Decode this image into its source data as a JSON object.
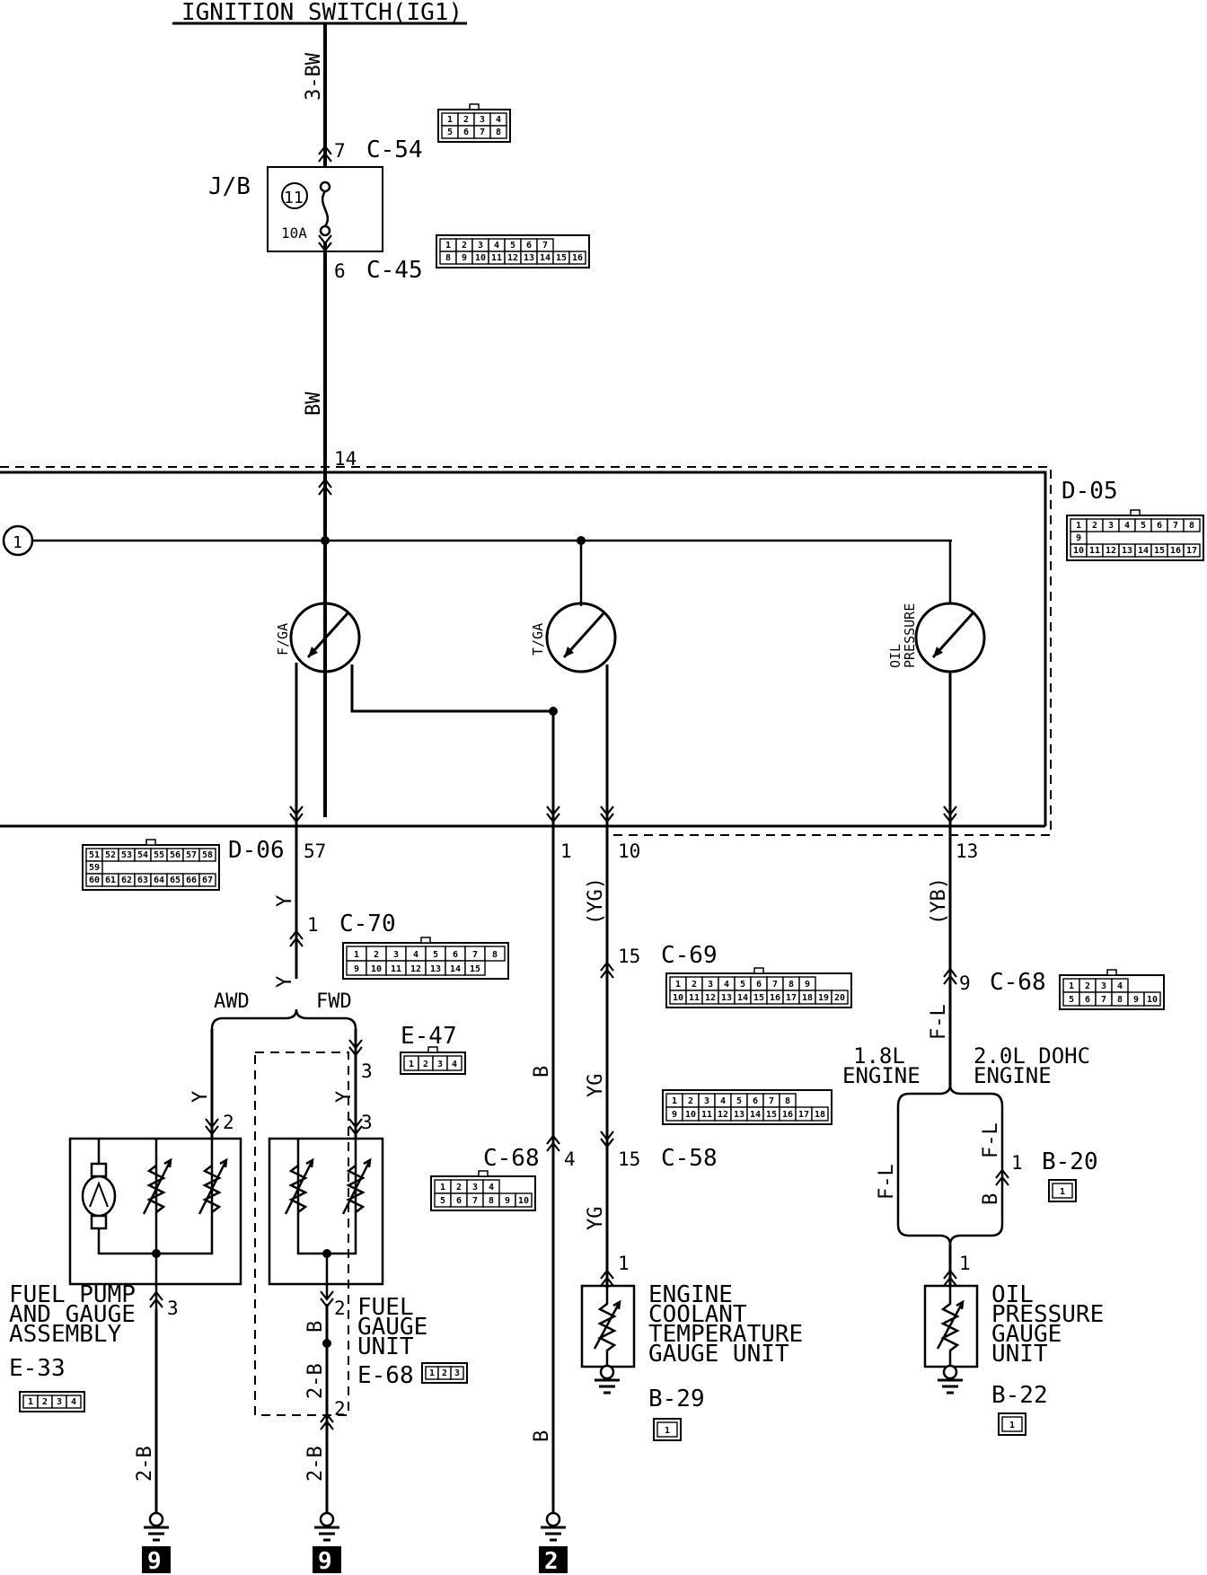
{
  "title": "IGNITION SWITCH(IG1)",
  "junction_block": {
    "label": "J/B",
    "fuse_number": "11",
    "fuse_rating": "10A"
  },
  "connectors": {
    "c54": {
      "id": "C-54",
      "pin": "7",
      "pins": [
        "1",
        "2",
        "3",
        "4",
        "5",
        "6",
        "7",
        "8"
      ]
    },
    "c45": {
      "id": "C-45",
      "pin": "6",
      "row1": [
        "1",
        "2",
        "3",
        "4",
        "5",
        "6",
        "7"
      ],
      "row2": [
        "8",
        "9",
        "10",
        "11",
        "12",
        "13",
        "14",
        "15",
        "16"
      ]
    },
    "d05": {
      "id": "D-05",
      "pin_feed": "14",
      "row1": [
        "1",
        "2",
        "3",
        "4",
        "5",
        "6",
        "7",
        "8"
      ],
      "mid": "9",
      "row2": [
        "10",
        "11",
        "12",
        "13",
        "14",
        "15",
        "16",
        "17"
      ]
    },
    "d06": {
      "id": "D-06",
      "pins": [
        "57",
        "1",
        "10",
        "13"
      ],
      "row1": [
        "51",
        "52",
        "53",
        "54",
        "55",
        "56",
        "57",
        "58"
      ],
      "mid": "59",
      "row2": [
        "60",
        "61",
        "62",
        "63",
        "64",
        "65",
        "66",
        "67"
      ]
    },
    "c70": {
      "id": "C-70",
      "pin": "1",
      "row1": [
        "1",
        "2",
        "3",
        "4",
        "5",
        "6",
        "7",
        "8"
      ],
      "row2": [
        "9",
        "10",
        "11",
        "12",
        "13",
        "14",
        "15"
      ]
    },
    "c69": {
      "id": "C-69",
      "pin": "15",
      "row1": [
        "1",
        "2",
        "3",
        "4",
        "5",
        "6",
        "7",
        "8",
        "9"
      ],
      "row2": [
        "10",
        "11",
        "12",
        "13",
        "14",
        "15",
        "16",
        "17",
        "18",
        "19",
        "20"
      ]
    },
    "c68_right": {
      "id": "C-68",
      "pin": "9",
      "row1": [
        "1",
        "2",
        "3",
        "4"
      ],
      "row2": [
        "5",
        "6",
        "7",
        "8",
        "9",
        "10"
      ]
    },
    "c68_left": {
      "id": "C-68",
      "pin": "4",
      "row1": [
        "1",
        "2",
        "3",
        "4"
      ],
      "row2": [
        "5",
        "6",
        "7",
        "8",
        "9",
        "10"
      ]
    },
    "c58": {
      "id": "C-58",
      "pin": "15",
      "row1": [
        "1",
        "2",
        "3",
        "4",
        "5",
        "6",
        "7",
        "8"
      ],
      "row2": [
        "9",
        "10",
        "11",
        "12",
        "13",
        "14",
        "15",
        "16",
        "17",
        "18"
      ]
    },
    "e47": {
      "id": "E-47",
      "pin": "3",
      "pins": [
        "1",
        "2",
        "3",
        "4"
      ]
    },
    "e33": {
      "id": "E-33",
      "pin_top": "2",
      "pin_ground": "3",
      "pins": [
        "1",
        "2",
        "3",
        "4"
      ]
    },
    "e68": {
      "id": "E-68",
      "pin_top": "3",
      "pin_ground": "2",
      "pin_lower": "2",
      "pins": [
        "1",
        "2",
        "3"
      ]
    },
    "b20": {
      "id": "B-20",
      "pin": "1",
      "pins": [
        "1"
      ]
    },
    "b29": {
      "id": "B-29",
      "pin": "1",
      "pins": [
        "1"
      ]
    },
    "b22": {
      "id": "B-22",
      "pin": "1",
      "pins": [
        "1"
      ]
    }
  },
  "wires": {
    "ign": "3-BW",
    "bw": "BW",
    "fuel_y1": "Y",
    "fuel_y2": "Y",
    "awd_y": "Y",
    "fwd_y": "Y",
    "fuel_b": "B",
    "e33_gnd": "2-B",
    "e68_gnd_mid": "2-B",
    "e68_gnd": "2-B",
    "temp_b": "B",
    "temp_b2": "B",
    "temp_yg_paren": "(YG)",
    "temp_yg": "YG",
    "temp_yg2": "YG",
    "oil_yb": "(YB)",
    "oil_fl": "F-L",
    "oil_fl_left": "F-L",
    "oil_fl_right": "F-L",
    "oil_b": "B"
  },
  "labels": {
    "awd": "AWD",
    "fwd": "FWD",
    "engine_18": "1.8L\nENGINE",
    "engine_20": "2.0L DOHC\nENGINE",
    "node_1": "1"
  },
  "gauges": {
    "fuel": "F/GA",
    "temp": "T/GA",
    "oil": "OIL\nPRESSURE"
  },
  "components": {
    "fuel_pump": "FUEL PUMP\nAND GAUGE\nASSEMBLY",
    "fuel_gauge_unit": "FUEL\nGAUGE\nUNIT",
    "coolant": "ENGINE\nCOOLANT\nTEMPERATURE\nGAUGE UNIT",
    "oil_unit": "OIL\nPRESSURE\nGAUGE\nUNIT"
  },
  "grounds": [
    "9",
    "9",
    "2"
  ]
}
